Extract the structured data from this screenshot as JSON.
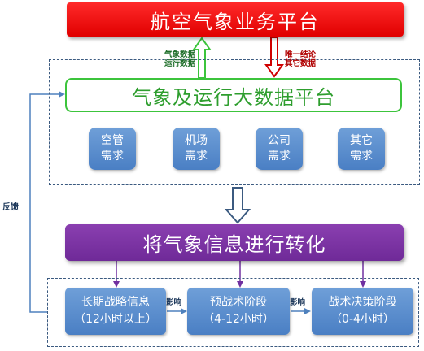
{
  "top_banner": {
    "title": "航空气象业务平台"
  },
  "labels": {
    "up_line1": "气象数据",
    "up_line2": "运行数据",
    "down_line1": "唯一结论",
    "down_line2": "其它数据",
    "feedback": "反馈",
    "influence_1": "影响",
    "influence_2": "影响"
  },
  "platform": {
    "title": "气象及运行大数据平台"
  },
  "demands": [
    {
      "line1": "空管",
      "line2": "需求"
    },
    {
      "line1": "机场",
      "line2": "需求"
    },
    {
      "line1": "公司",
      "line2": "需求"
    },
    {
      "line1": "其它",
      "line2": "需求"
    }
  ],
  "transform": {
    "title": "将气象信息进行转化"
  },
  "stages": [
    {
      "line1": "长期战略信息",
      "line2": "（12小时以上）"
    },
    {
      "line1": "预战术阶段",
      "line2": "（4-12小时）"
    },
    {
      "line1": "战术决策阶段",
      "line2": "（0-4小时）"
    }
  ],
  "colors": {
    "banner_red": "#ff0000",
    "platform_green": "#3cc43c",
    "box_blue": "#4f81bd",
    "banner_purple": "#7030a0",
    "frame_dash": "#3b5a80"
  }
}
